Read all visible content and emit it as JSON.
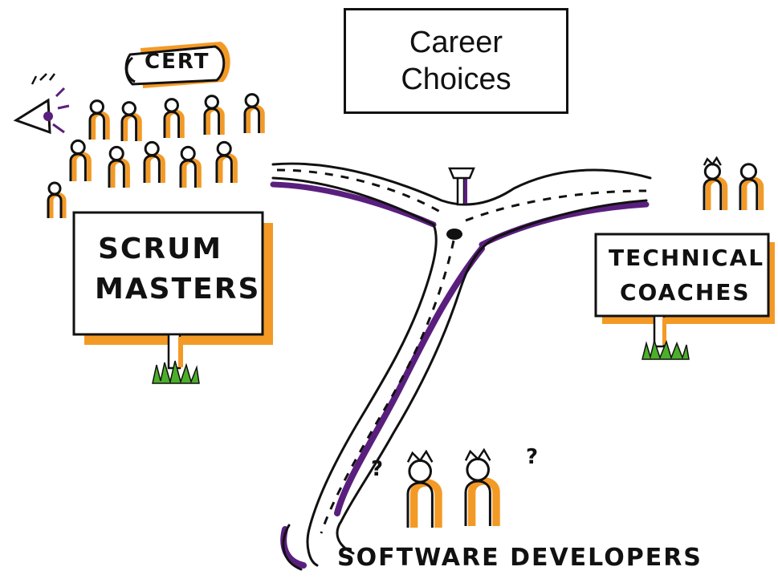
{
  "title": {
    "line1": "Career",
    "line2": "Choices"
  },
  "signs": {
    "scrum_line1": "SCRUM",
    "scrum_line2": "MASTERS",
    "coach_line1": "TECHNICAL",
    "coach_line2": "COACHES"
  },
  "cert_label": "CERT",
  "bottom_label": "SOFTWARE DEVELOPERS",
  "question_mark": "?",
  "colors": {
    "orange": "#f39a26",
    "purple": "#5a1f7e",
    "green": "#4caf2a",
    "ink": "#111111"
  }
}
